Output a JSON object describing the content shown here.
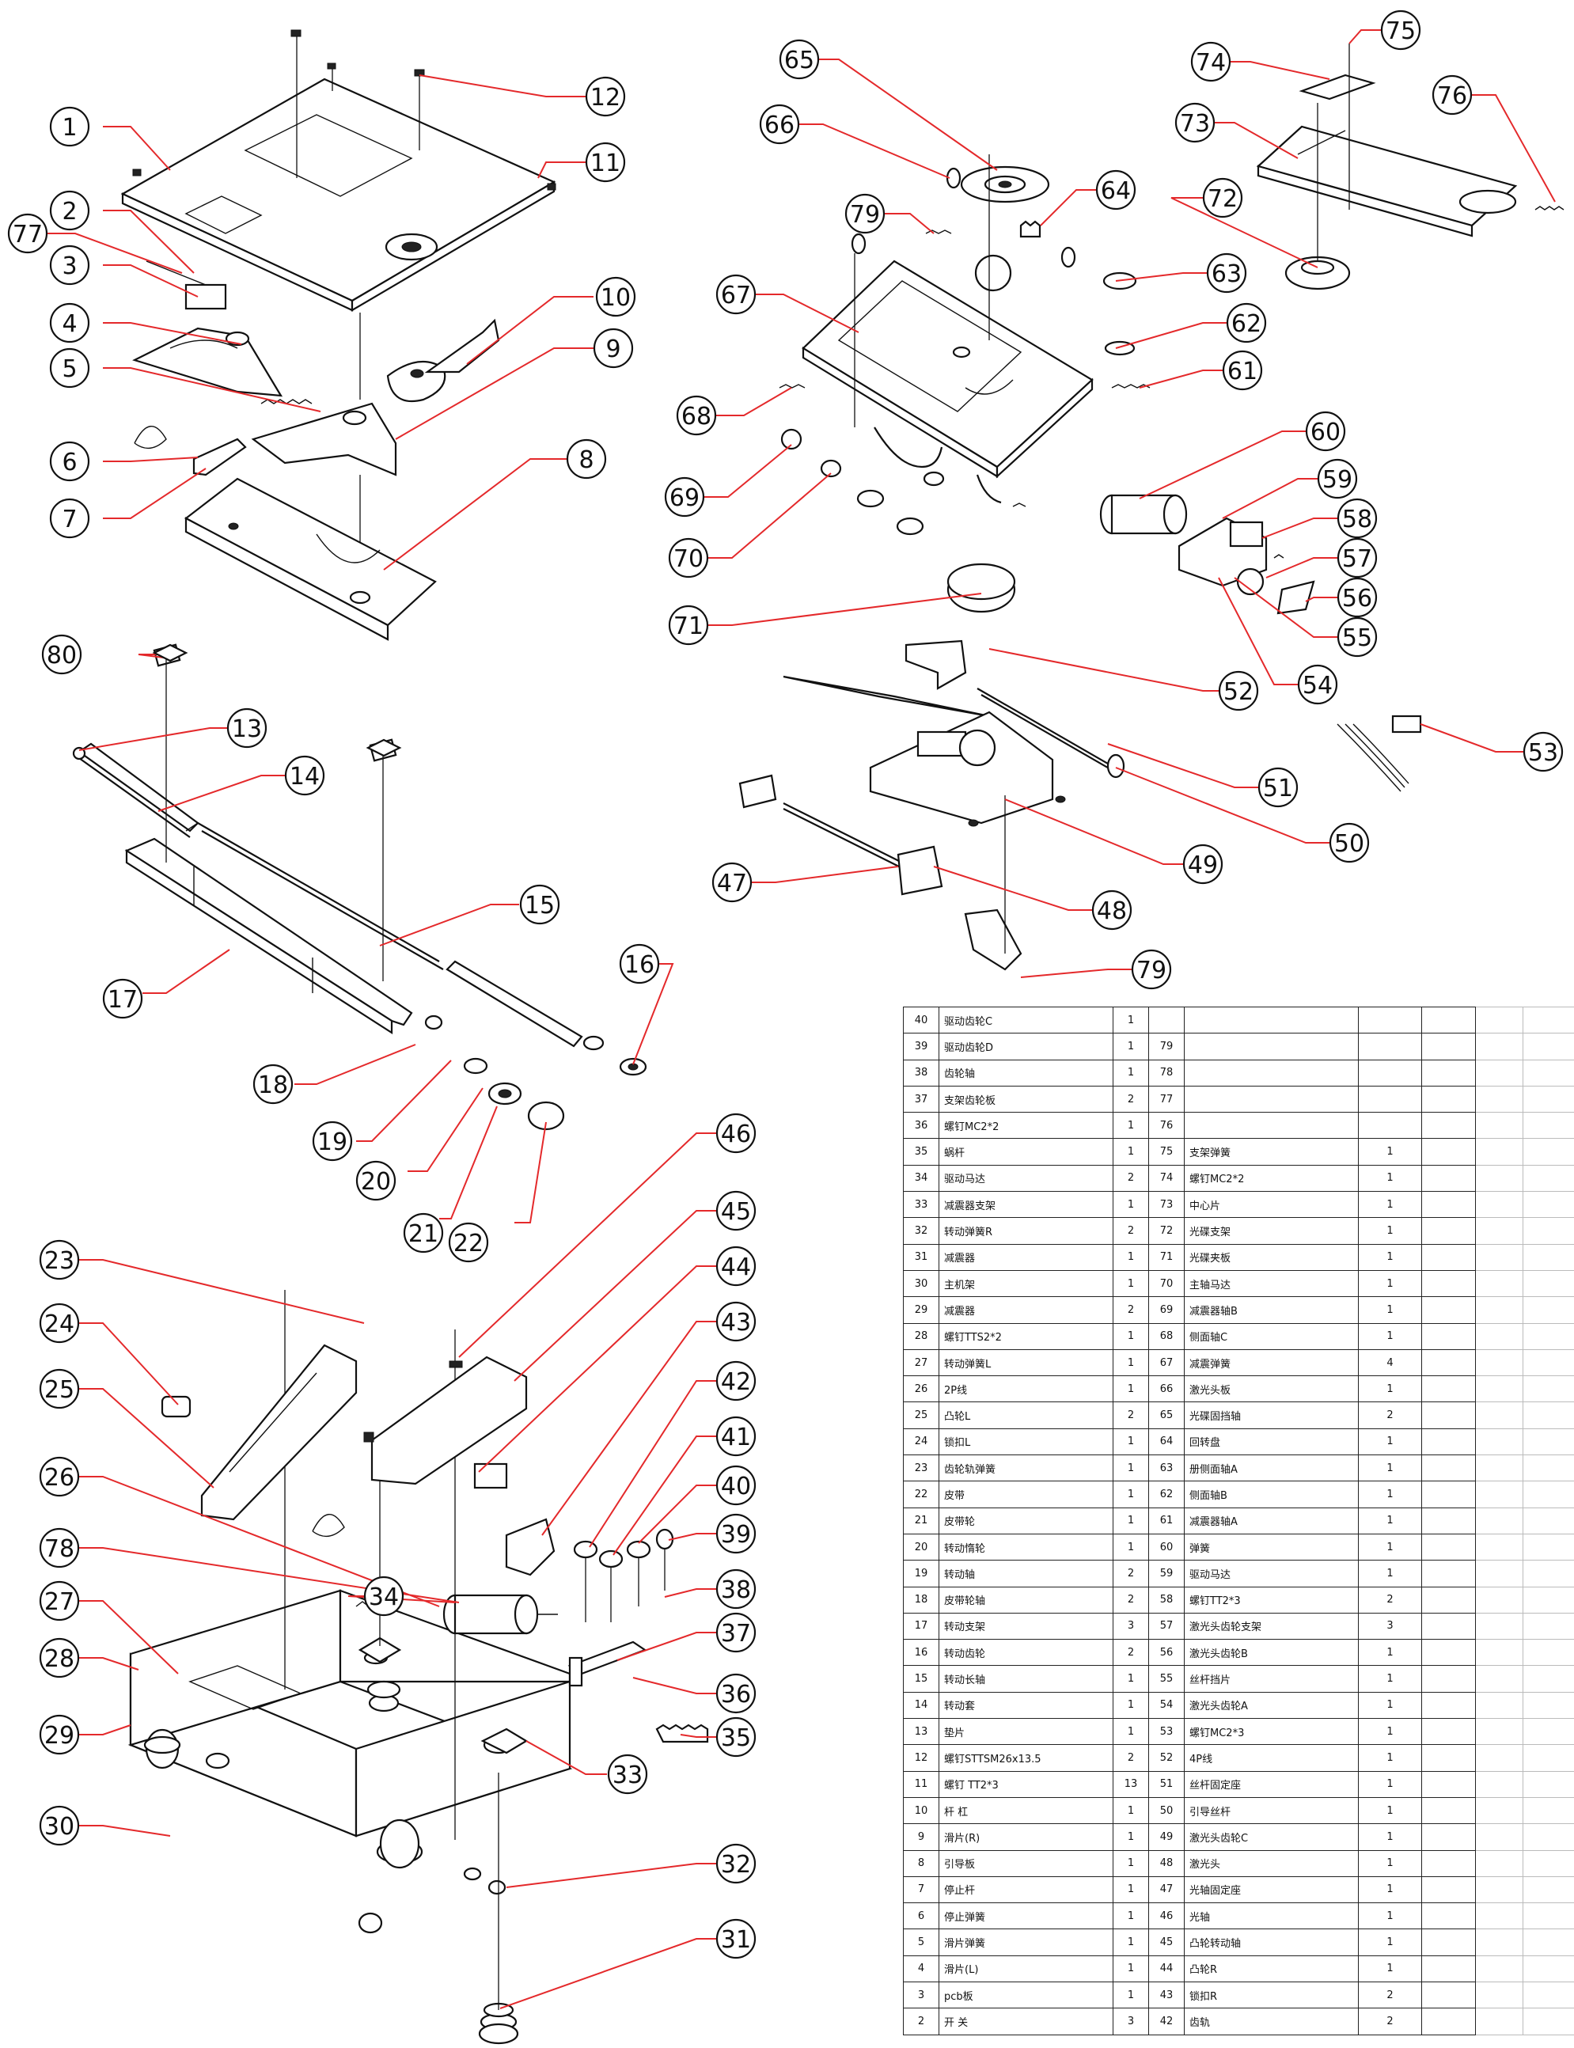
{
  "callouts": [
    "1",
    "2",
    "3",
    "4",
    "5",
    "6",
    "7",
    "8",
    "9",
    "10",
    "11",
    "12",
    "13",
    "14",
    "15",
    "16",
    "17",
    "18",
    "19",
    "20",
    "21",
    "22",
    "23",
    "24",
    "25",
    "26",
    "27",
    "28",
    "29",
    "30",
    "31",
    "32",
    "33",
    "34",
    "35",
    "36",
    "37",
    "38",
    "39",
    "40",
    "41",
    "42",
    "43",
    "44",
    "45",
    "46",
    "47",
    "48",
    "49",
    "50",
    "51",
    "52",
    "53",
    "54",
    "55",
    "56",
    "57",
    "58",
    "59",
    "60",
    "61",
    "62",
    "63",
    "64",
    "65",
    "66",
    "67",
    "68",
    "69",
    "70",
    "71",
    "72",
    "73",
    "74",
    "75",
    "76",
    "77",
    "78",
    "79",
    "79",
    "80"
  ],
  "bom": {
    "rows": [
      [
        "40",
        "驱动齿轮C",
        "1",
        "",
        "",
        "",
        ""
      ],
      [
        "39",
        "驱动齿轮D",
        "1",
        "79",
        "",
        "",
        ""
      ],
      [
        "38",
        "齿轮轴",
        "1",
        "78",
        "",
        "",
        ""
      ],
      [
        "37",
        "支架齿轮板",
        "2",
        "77",
        "",
        "",
        ""
      ],
      [
        "36",
        "螺钉MC2*2",
        "1",
        "76",
        "",
        "",
        ""
      ],
      [
        "35",
        "蜗杆",
        "1",
        "75",
        "支架弹簧",
        "1",
        ""
      ],
      [
        "34",
        "驱动马达",
        "2",
        "74",
        "螺钉MC2*2",
        "1",
        ""
      ],
      [
        "33",
        "减震器支架",
        "1",
        "73",
        "中心片",
        "1",
        ""
      ],
      [
        "32",
        "转动弹簧R",
        "2",
        "72",
        "光碟支架",
        "1",
        ""
      ],
      [
        "31",
        "减震器",
        "1",
        "71",
        "光碟夹板",
        "1",
        ""
      ],
      [
        "30",
        "主机架",
        "1",
        "70",
        "主轴马达",
        "1",
        ""
      ],
      [
        "29",
        "减震器",
        "2",
        "69",
        "减震器轴B",
        "1",
        ""
      ],
      [
        "28",
        "螺钉TTS2*2",
        "1",
        "68",
        "侧面轴C",
        "1",
        ""
      ],
      [
        "27",
        "转动弹簧L",
        "1",
        "67",
        "减震弹簧",
        "4",
        ""
      ],
      [
        "26",
        "2P线",
        "1",
        "66",
        "激光头板",
        "1",
        ""
      ],
      [
        "25",
        "凸轮L",
        "2",
        "65",
        "光碟固挡轴",
        "2",
        ""
      ],
      [
        "24",
        "锁扣L",
        "1",
        "64",
        "回转盘",
        "1",
        ""
      ],
      [
        "23",
        "齿轮轨弹簧",
        "1",
        "63",
        "册侧面轴A",
        "1",
        ""
      ],
      [
        "22",
        "皮带",
        "1",
        "62",
        "侧面轴B",
        "1",
        ""
      ],
      [
        "21",
        "皮带轮",
        "1",
        "61",
        "减震器轴A",
        "1",
        ""
      ],
      [
        "20",
        "转动惰轮",
        "1",
        "60",
        "弹簧",
        "1",
        ""
      ],
      [
        "19",
        "转动轴",
        "2",
        "59",
        "驱动马达",
        "1",
        ""
      ],
      [
        "18",
        "皮带轮轴",
        "2",
        "58",
        "螺钉TT2*3",
        "2",
        ""
      ],
      [
        "17",
        "转动支架",
        "3",
        "57",
        "激光头齿轮支架",
        "3",
        ""
      ],
      [
        "16",
        "转动齿轮",
        "2",
        "56",
        "激光头齿轮B",
        "1",
        ""
      ],
      [
        "15",
        "转动长轴",
        "1",
        "55",
        "丝杆挡片",
        "1",
        ""
      ],
      [
        "14",
        "转动套",
        "1",
        "54",
        "激光头齿轮A",
        "1",
        ""
      ],
      [
        "13",
        "垫片",
        "1",
        "53",
        "螺钉MC2*3",
        "1",
        ""
      ],
      [
        "12",
        "螺钉STTSM26x13.5",
        "2",
        "52",
        "4P线",
        "1",
        ""
      ],
      [
        "11",
        "螺钉 TT2*3",
        "13",
        "51",
        "丝杆固定座",
        "1",
        ""
      ],
      [
        "10",
        "杆  杠",
        "1",
        "50",
        "引导丝杆",
        "1",
        ""
      ],
      [
        "9",
        "滑片(R)",
        "1",
        "49",
        "激光头齿轮C",
        "1",
        ""
      ],
      [
        "8",
        "引导板",
        "1",
        "48",
        "激光头",
        "1",
        ""
      ],
      [
        "7",
        "停止杆",
        "1",
        "47",
        "光轴固定座",
        "1",
        ""
      ],
      [
        "6",
        "停止弹簧",
        "1",
        "46",
        "光轴",
        "1",
        ""
      ],
      [
        "5",
        "滑片弹簧",
        "1",
        "45",
        "凸轮转动轴",
        "1",
        ""
      ],
      [
        "4",
        "滑片(L)",
        "1",
        "44",
        "凸轮R",
        "1",
        ""
      ],
      [
        "3",
        "pcb板",
        "1",
        "43",
        "锁扣R",
        "2",
        ""
      ],
      [
        "2",
        "开  关",
        "3",
        "42",
        "齿轨",
        "2",
        ""
      ]
    ]
  }
}
